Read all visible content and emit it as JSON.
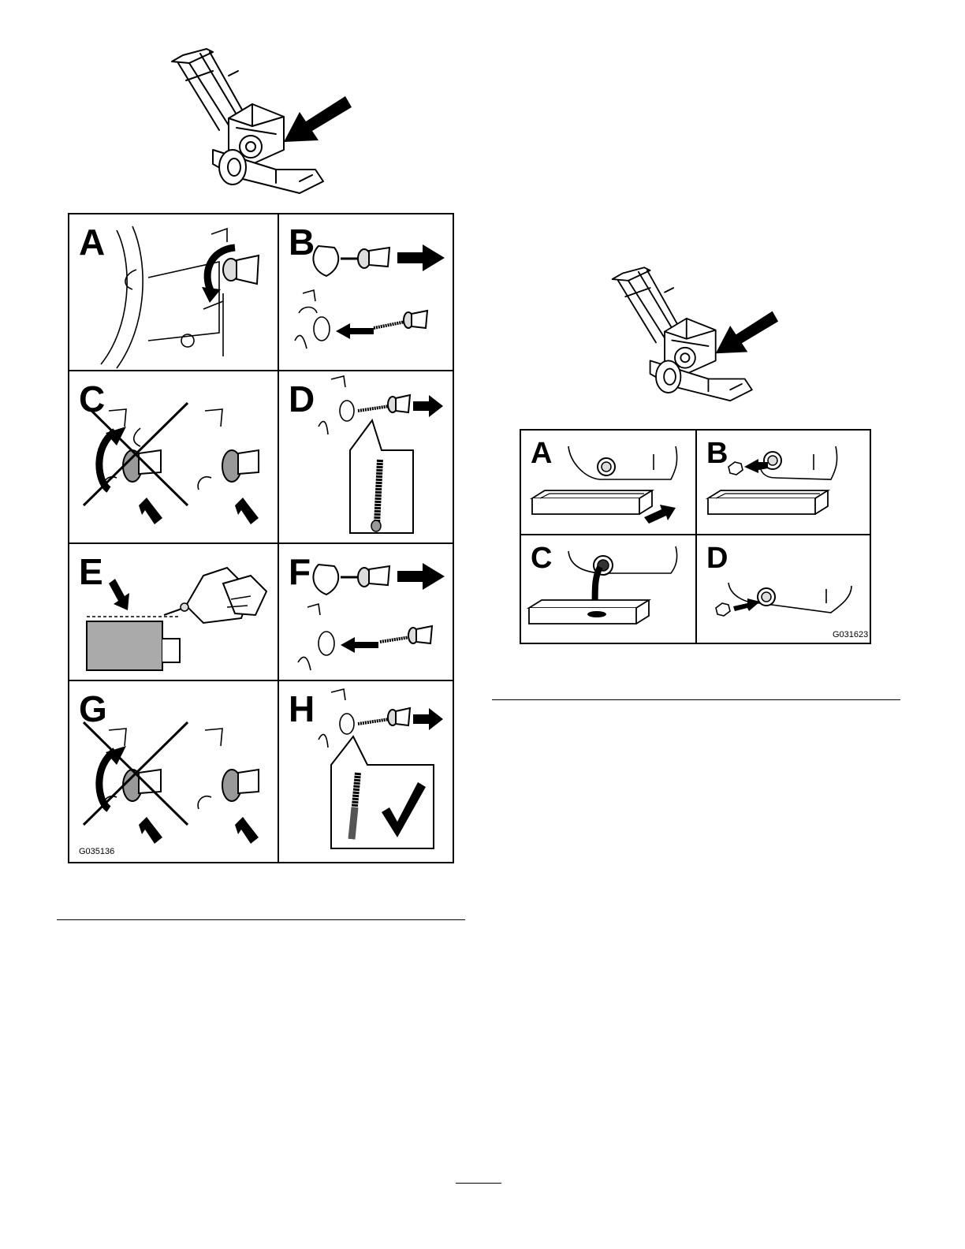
{
  "figure_left": {
    "code": "G035136",
    "panels": [
      "A",
      "B",
      "C",
      "D",
      "E",
      "F",
      "G",
      "H"
    ]
  },
  "figure_right": {
    "code": "G031623",
    "panels": [
      "A",
      "B",
      "C",
      "D"
    ]
  }
}
